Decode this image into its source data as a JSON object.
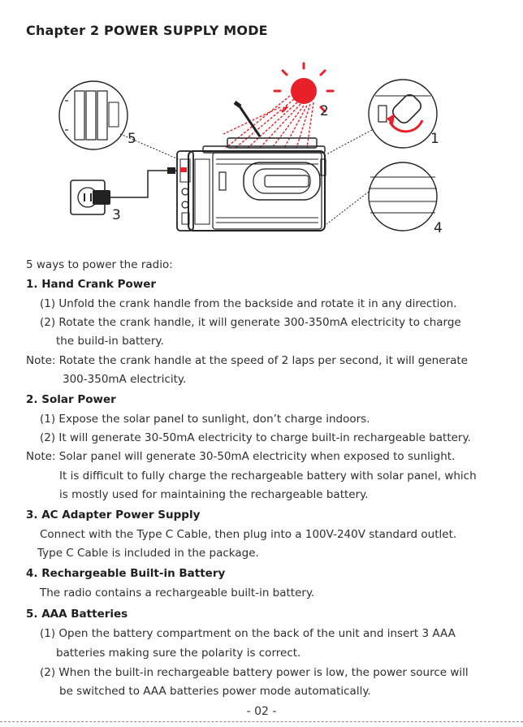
{
  "chapter_title": "Chapter 2 POWER SUPPLY MODE",
  "figure": {
    "callouts": [
      "1",
      "2",
      "3",
      "4",
      "5"
    ]
  },
  "intro": "5 ways to power the radio:",
  "sections": {
    "hand_crank": {
      "heading": "1. Hand Crank Power",
      "lines": [
        "(1) Unfold the crank handle from the backside  and rotate it in any direction.",
        "(2) Rotate the crank handle, it will generate 300-350mA electricity to charge",
        "the build-in battery.",
        "Note: Rotate the crank handle at the speed of 2 laps  per second, it will generate",
        "300-350mA electricity."
      ]
    },
    "solar": {
      "heading": "2. Solar Power",
      "lines": [
        "(1) Expose the solar panel to sunlight, don’t charge indoors.",
        "(2) It will generate 30-50mA electricity to charge built-in rechargeable battery.",
        "Note: Solar panel will generate 30-50mA electricity when exposed to sunlight.",
        "It is difficult to fully charge the  rechargeable battery with solar panel, which",
        "is mostly used for maintaining the rechargeable battery."
      ]
    },
    "ac_adapter": {
      "heading": "3. AC Adapter Power Supply",
      "lines": [
        "Connect with the Type C Cable, then plug into a 100V-240V standard outlet.",
        "Type C Cable is included in the package."
      ]
    },
    "builtin": {
      "heading": "4. Rechargeable Built-in Battery",
      "lines": [
        "The radio contains a rechargeable built-in battery."
      ]
    },
    "aaa": {
      "heading": "5. AAA Batteries",
      "lines": [
        "(1) Open the battery compartment on the back of the unit and insert 3 AAA",
        "batteries making sure the polarity is correct.",
        "(2) When the built-in rechargeable battery power is low, the power source will",
        "be switched to AAA batteries power mode automatically."
      ]
    }
  },
  "page_number": "- 02 -",
  "colors": {
    "sun": "#e8202a",
    "line": "#222222"
  }
}
